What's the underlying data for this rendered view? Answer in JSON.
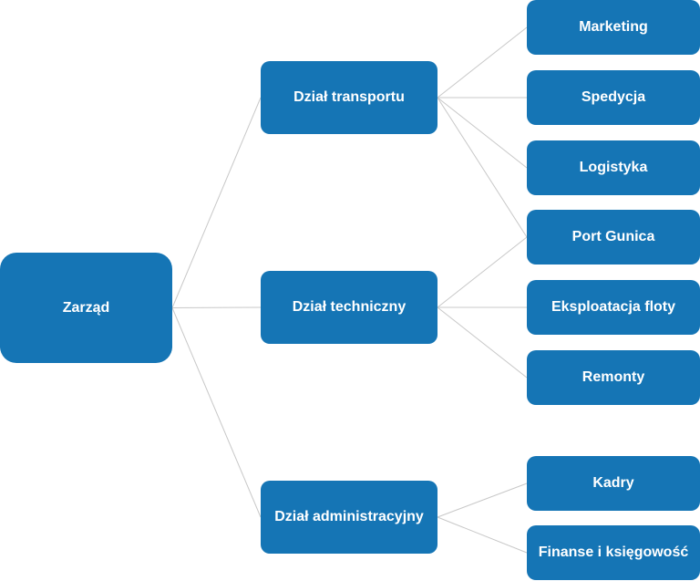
{
  "root": {
    "label": "Zarząd"
  },
  "departments": [
    {
      "label": "Dział transportu"
    },
    {
      "label": "Dział techniczny"
    },
    {
      "label": "Dział administracyjny"
    }
  ],
  "units": [
    {
      "label": "Marketing",
      "parent": 0
    },
    {
      "label": "Spedycja",
      "parent": 0
    },
    {
      "label": "Logistyka",
      "parent": 0
    },
    {
      "label": "Port Gunica",
      "parent": 0
    },
    {
      "label": "Eksploatacja floty",
      "parent": 1
    },
    {
      "label": "Remonty",
      "parent": 1
    },
    {
      "label": "Kadry",
      "parent": 2
    },
    {
      "label": "Finanse i księgowość",
      "parent": 2
    }
  ],
  "extra_links": [
    {
      "from_department": 1,
      "to_unit": 3
    }
  ],
  "colors": {
    "node_fill": "#1575b5",
    "node_text": "#ffffff",
    "connector": "#c8c8c8",
    "background": "#ffffff"
  }
}
